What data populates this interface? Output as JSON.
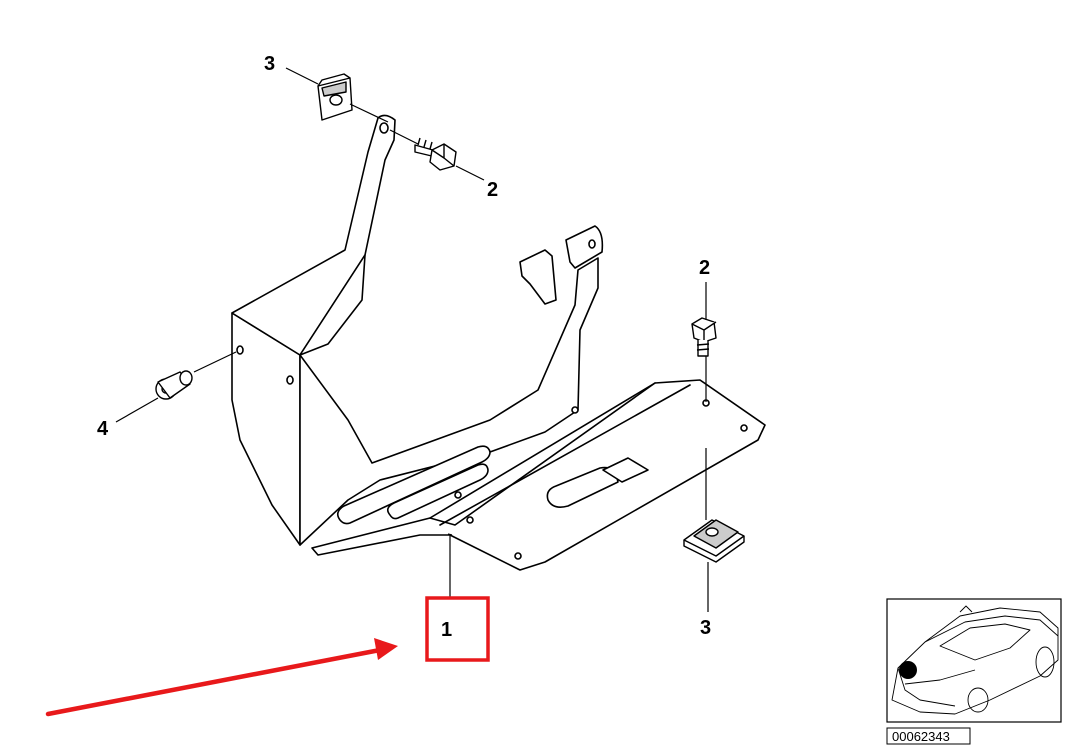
{
  "diagram": {
    "callouts": {
      "c3_top": "3",
      "c2_top": "2",
      "c2_right": "2",
      "c4_left": "4",
      "c1_main": "1",
      "c3_bottom": "3"
    },
    "part_number": "00062343",
    "colors": {
      "line": "#000000",
      "highlight": "#e8191b",
      "arrow": "#e8191b",
      "background": "#ffffff"
    },
    "icons": [
      "bracket",
      "bolt",
      "clip-nut",
      "screw",
      "car-locator-thumbnail"
    ]
  }
}
